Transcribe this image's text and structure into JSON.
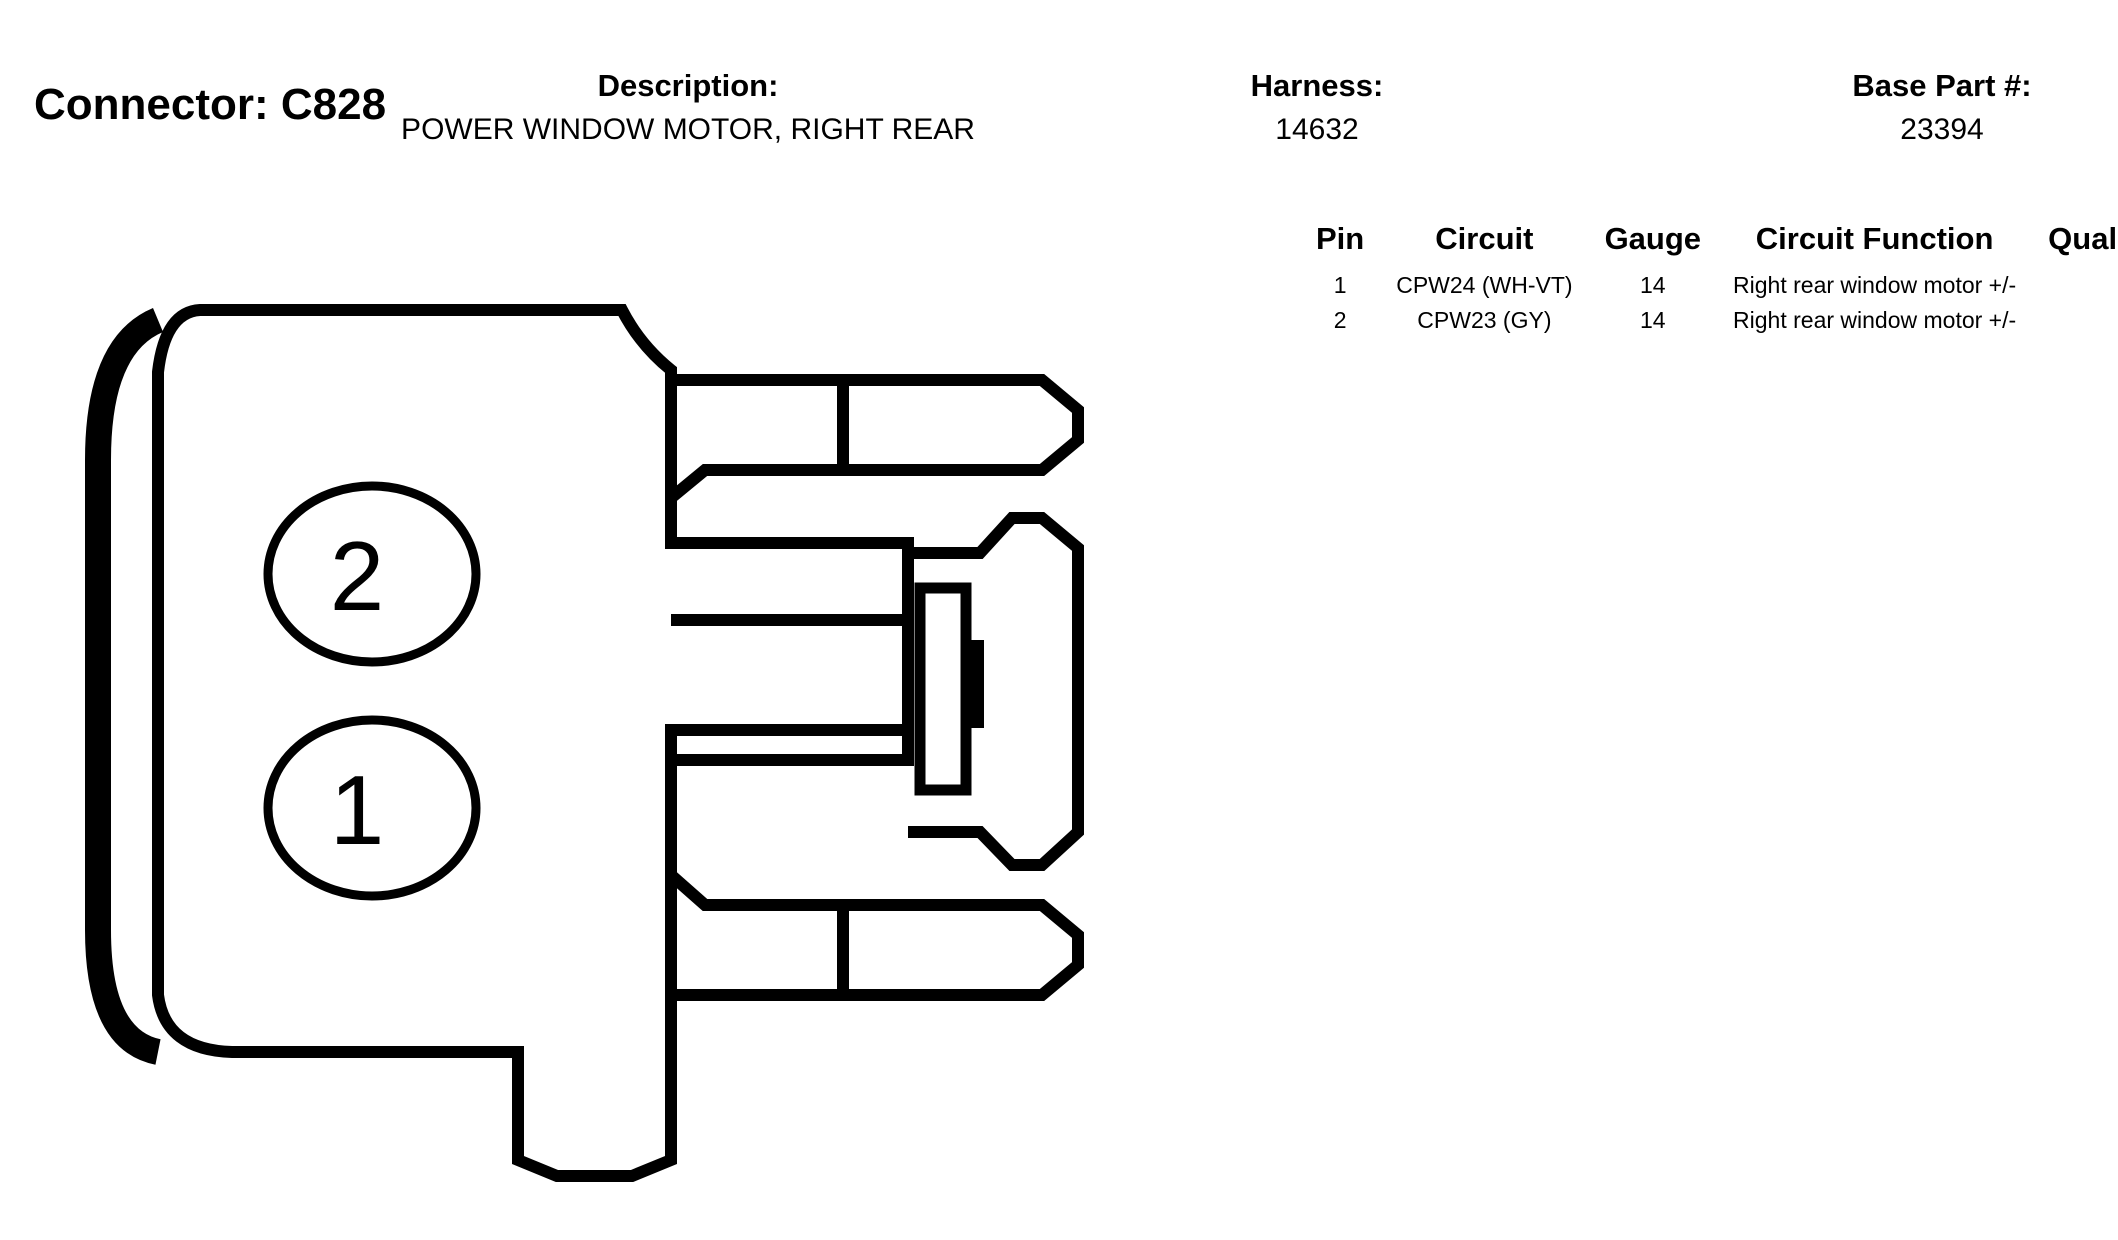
{
  "connector": {
    "title": "Connector: C828"
  },
  "header": {
    "description_label": "Description:",
    "description_value": "POWER WINDOW MOTOR, RIGHT REAR",
    "harness_label": "Harness:",
    "harness_value": "14632",
    "base_part_label": "Base Part #:",
    "base_part_value": "23394"
  },
  "table": {
    "columns": {
      "pin": "Pin",
      "circuit": "Circuit",
      "gauge": "Gauge",
      "function": "Circuit Function",
      "qualifier": "Qualifier"
    },
    "rows": [
      {
        "pin": "1",
        "circuit": "CPW24 (WH-VT)",
        "gauge": "14",
        "function": "Right rear window motor +/-",
        "qualifier": ""
      },
      {
        "pin": "2",
        "circuit": "CPW23 (GY)",
        "gauge": "14",
        "function": "Right rear window motor +/-",
        "qualifier": ""
      }
    ]
  },
  "diagram": {
    "pin_labels": [
      "2",
      "1"
    ]
  }
}
